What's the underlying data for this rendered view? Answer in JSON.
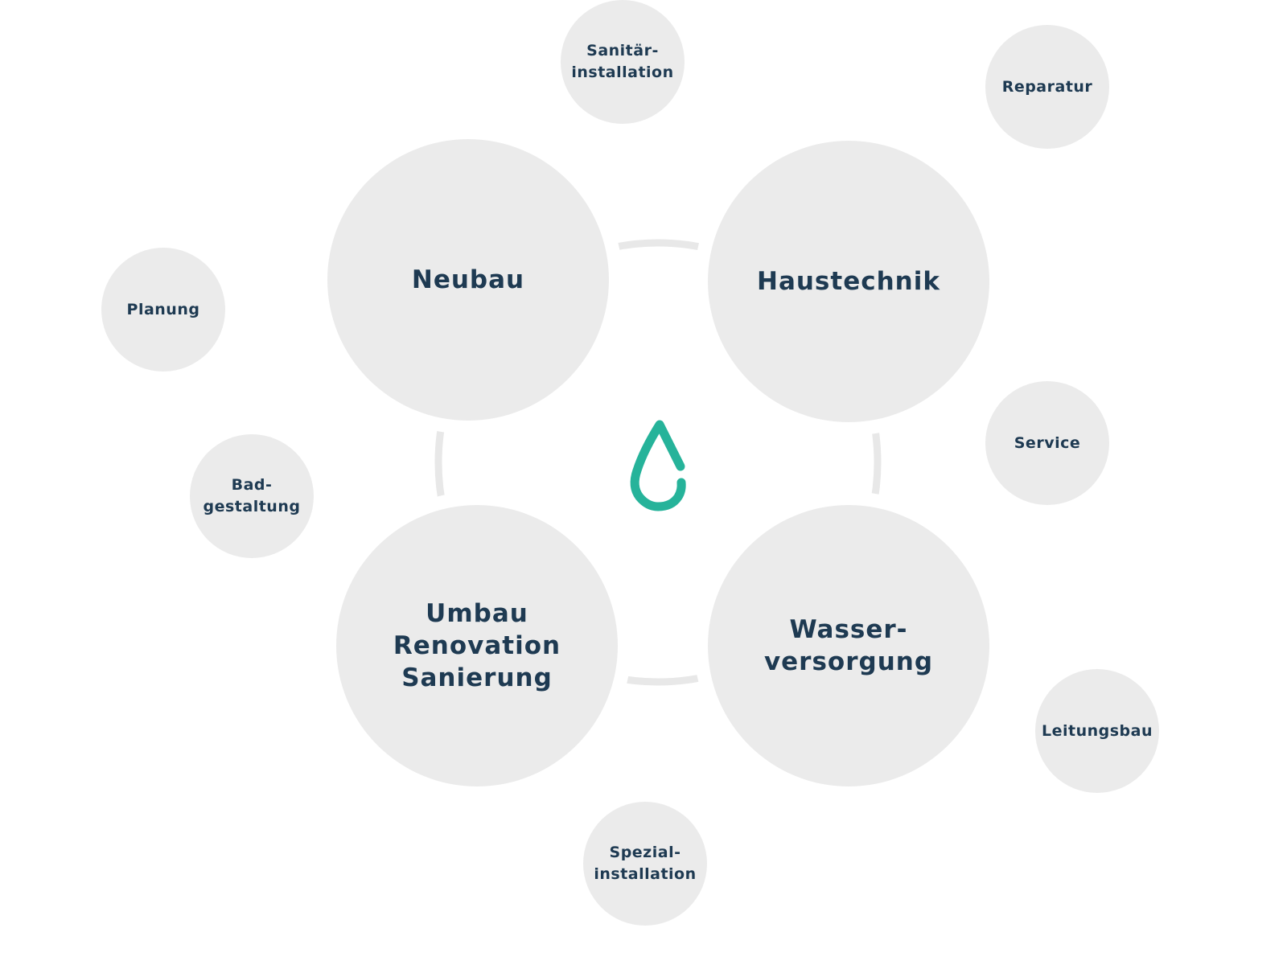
{
  "center_icon": "water-drop-icon",
  "colors": {
    "accent": "#26b39a",
    "circle": "#ebebeb",
    "text": "#1e3a52",
    "ring": "#e8e8e8"
  },
  "main": [
    {
      "label": "Neubau"
    },
    {
      "label": "Haustechnik"
    },
    {
      "label": "Umbau\nRenovation\nSanierung"
    },
    {
      "label": "Wasser-\nversorgung"
    }
  ],
  "satellites": [
    {
      "label": "Sanitär-\ninstallation"
    },
    {
      "label": "Reparatur"
    },
    {
      "label": "Planung"
    },
    {
      "label": "Service"
    },
    {
      "label": "Bad-\ngestaltung"
    },
    {
      "label": "Leitungsbau"
    },
    {
      "label": "Spezial-\ninstallation"
    }
  ]
}
